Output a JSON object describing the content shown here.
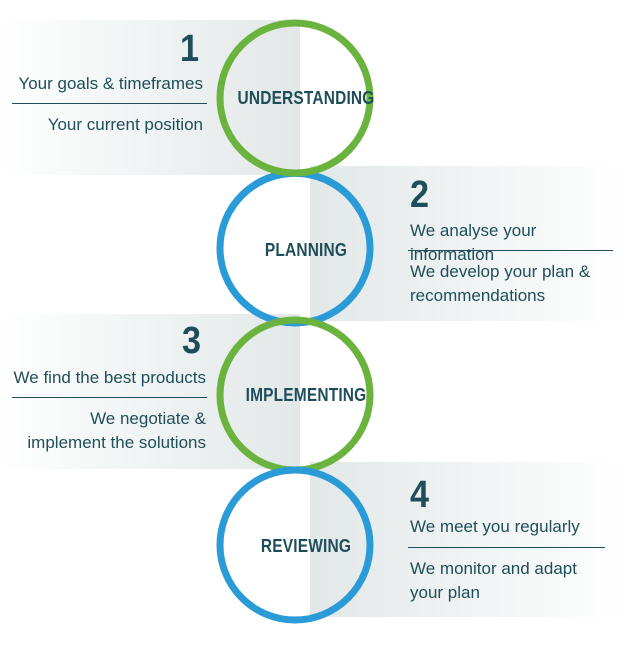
{
  "colors": {
    "green": "#6bb33f",
    "blue": "#2a9bd7",
    "text": "#1f4e5a"
  },
  "steps": [
    {
      "number": "1",
      "title": "UNDERSTANDING",
      "ring": "green",
      "items": [
        "Your goals & timeframes",
        "Your current position"
      ]
    },
    {
      "number": "2",
      "title": "PLANNING",
      "ring": "blue",
      "items": [
        "We analyse your information",
        "We develop your plan & recommendations"
      ]
    },
    {
      "number": "3",
      "title": "IMPLEMENTING",
      "ring": "green",
      "items": [
        "We find the best products",
        "We negotiate & implement the solutions"
      ]
    },
    {
      "number": "4",
      "title": "REVIEWING",
      "ring": "blue",
      "items": [
        "We meet you regularly",
        "We monitor and adapt your plan"
      ]
    }
  ]
}
